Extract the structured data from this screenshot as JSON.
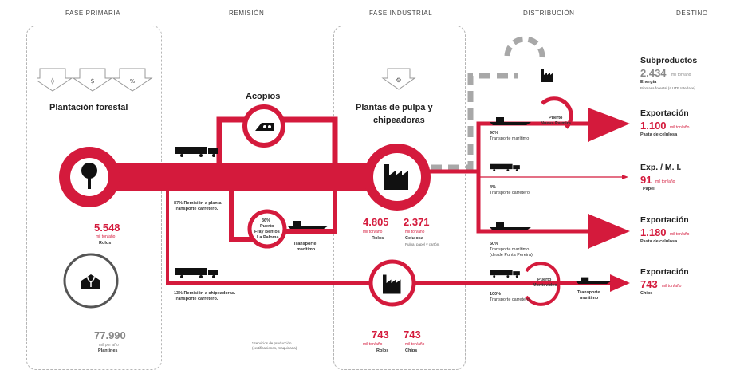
{
  "headers": {
    "fase_primaria": "FASE PRIMARIA",
    "remision": "REMISIÓN",
    "fase_industrial": "FASE INDUSTRIAL",
    "distribucion": "DISTRIBUCIÓN",
    "destino": "DESTINO"
  },
  "primaria": {
    "title": "Plantación forestal",
    "rolos_value": "5.548",
    "rolos_unit": "mil ton/año",
    "rolos_label": "Rolos",
    "plantines_value": "77.990",
    "plantines_unit": "mil por año",
    "plantines_label": "Plantines"
  },
  "remision": {
    "acopios": "Acopios",
    "remision_87": "87% Remisión a planta.",
    "remision_87_b": "Transporte carretero.",
    "remision_13": "13% Remisión a chipeadoras.",
    "remision_13_b": "Transporte carretero.",
    "fuerte_pct": "36%",
    "fuerte_1": "Puerto",
    "fuerte_2": "Fray Bentos",
    "fuerte_3": "La Paloma",
    "transporte_maritimo_1": "Transporte",
    "transporte_maritimo_2": "marítimo."
  },
  "industrial": {
    "title_1": "Plantas de pulpa y",
    "title_2": "chipeadoras",
    "rolos_value": "4.805",
    "rolos_unit": "mil ton/año",
    "rolos_label": "Rolos",
    "celulosa_value": "2.371",
    "celulosa_unit": "mil ton/año",
    "celulosa_label": "Celulosa",
    "celulosa_note": "Pulpa, papel y cartón.",
    "chips_rolos_value": "743",
    "chips_rolos_unit": "mil ton/año",
    "chips_rolos_label": "Rolos",
    "chips_value": "743",
    "chips_unit": "mil ton/año",
    "chips_label": "Chips",
    "footnote_1": "*Servicios de producción",
    "footnote_2": "(certificaciones, maquinaria)"
  },
  "distribucion": {
    "puerto_nueva_palmira_1": "Puerto",
    "puerto_nueva_palmira_2": "Nueva Palmira",
    "pct_90": "90%",
    "maritimo_90": "Transporte marítimo",
    "pct_4": "4%",
    "carretero_4": "Transporte carretero",
    "pct_50": "50%",
    "maritimo_50_a": "Transporte marítimo",
    "maritimo_50_b": "(desde Punta Pereira)",
    "pct_100": "100%",
    "carretero_100": "Transporte carretero",
    "puerto_mvd_1": "Puerto",
    "puerto_mvd_2": "Montevideo",
    "maritimo_chips_1": "Transporte",
    "maritimo_chips_2": "marítimo"
  },
  "destino": {
    "subproductos_title": "Subproductos",
    "subproductos_value": "2.434",
    "subproductos_unit": "mil ton/año",
    "subproductos_label": "Energía",
    "subproductos_note": "Biomasa forestal (a UTE Interlake)",
    "exp1_title": "Exportación",
    "exp1_value": "1.100",
    "exp1_unit": "mil ton/año",
    "exp1_label": "Pasta de celulosa",
    "mi_title": "Exp. / M. I.",
    "mi_value": "91",
    "mi_unit": "mil ton/año",
    "mi_label": "Papel",
    "exp2_title": "Exportación",
    "exp2_value": "1.180",
    "exp2_unit": "mil ton/año",
    "exp2_label": "Pasta de celulosa",
    "exp3_title": "Exportación",
    "exp3_value": "743",
    "exp3_unit": "mil ton/año",
    "exp3_label": "Chips"
  },
  "icons": {
    "tree": "tree-icon",
    "factory": "factory-icon",
    "truck": "truck-icon",
    "ship": "ship-icon",
    "plant": "plant-icon",
    "pile": "log-pile-icon"
  },
  "colors": {
    "accent": "#d41a3c",
    "gray": "#a8a8a8"
  }
}
